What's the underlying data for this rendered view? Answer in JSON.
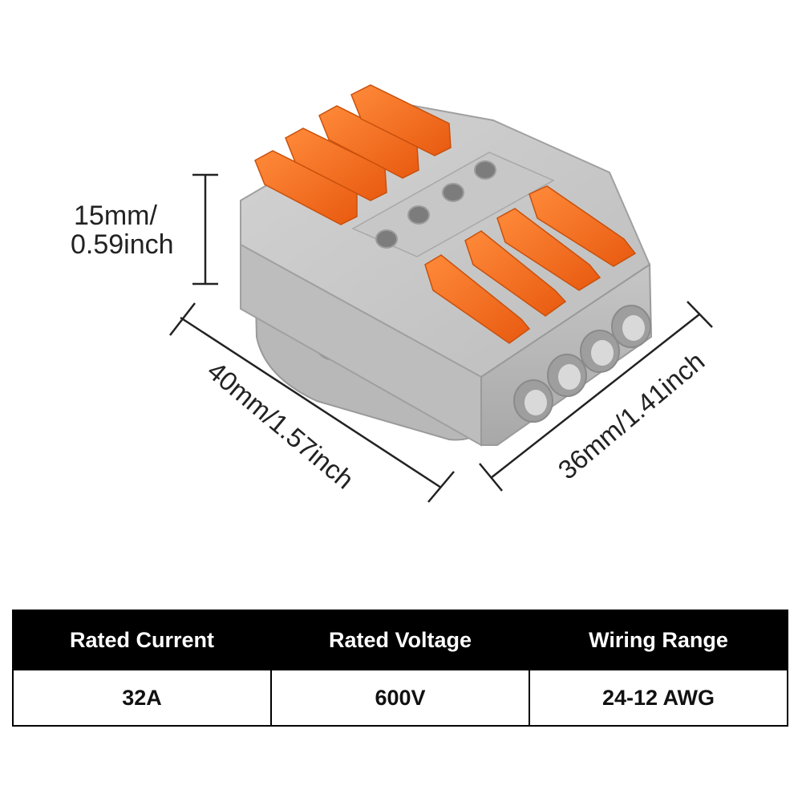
{
  "dimensions": {
    "height_line1": "15mm/",
    "height_line2": "0.59inch",
    "length": "40mm/1.57inch",
    "width": "36mm/1.41inch"
  },
  "specs": {
    "headers": [
      "Rated Current",
      "Rated Voltage",
      "Wiring Range"
    ],
    "values": [
      "32A",
      "600V",
      "24-12 AWG"
    ]
  },
  "colors": {
    "housing_gray": "#b9b9b9",
    "lever_orange": "#f26a1b",
    "table_header_bg": "#000000",
    "table_header_text": "#ffffff"
  }
}
